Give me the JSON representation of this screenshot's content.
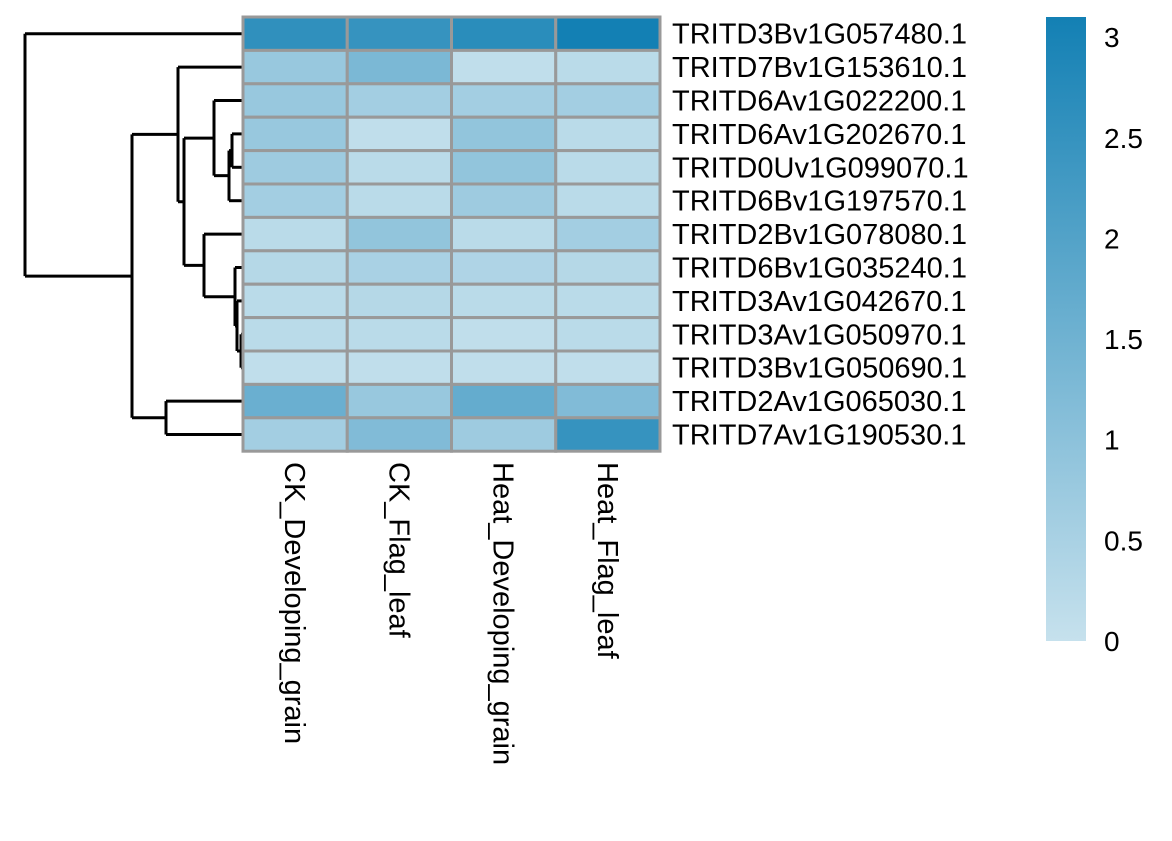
{
  "chart_data": {
    "type": "heatmap",
    "title": "",
    "rows": [
      "TRITD3Bv1G057480.1",
      "TRITD7Bv1G153610.1",
      "TRITD6Av1G022200.1",
      "TRITD6Av1G202670.1",
      "TRITD0Uv1G099070.1",
      "TRITD6Bv1G197570.1",
      "TRITD2Bv1G078080.1",
      "TRITD6Bv1G035240.1",
      "TRITD3Av1G042670.1",
      "TRITD3Av1G050970.1",
      "TRITD3Bv1G050690.1",
      "TRITD2Av1G065030.1",
      "TRITD7Av1G190530.1"
    ],
    "columns": [
      "CK_Developing_grain",
      "CK_Flag_leaf",
      "Heat_Developing_grain",
      "Heat_Flag_leaf"
    ],
    "values": [
      [
        2.6,
        2.5,
        2.7,
        3.1
      ],
      [
        0.8,
        1.3,
        0.1,
        0.2
      ],
      [
        0.8,
        0.6,
        0.6,
        0.6
      ],
      [
        0.8,
        0.1,
        0.9,
        0.2
      ],
      [
        0.7,
        0.2,
        0.9,
        0.2
      ],
      [
        0.6,
        0.2,
        0.7,
        0.2
      ],
      [
        0.2,
        0.9,
        0.2,
        0.6
      ],
      [
        0.3,
        0.5,
        0.4,
        0.3
      ],
      [
        0.2,
        0.3,
        0.2,
        0.2
      ],
      [
        0.2,
        0.2,
        0.1,
        0.2
      ],
      [
        0.1,
        0.1,
        0.1,
        0.1
      ],
      [
        1.6,
        0.8,
        1.7,
        1.2
      ],
      [
        0.6,
        1.2,
        0.7,
        2.5
      ]
    ],
    "color_scale": {
      "min": 0,
      "max": 3.1,
      "low_color": "#c6e1ed",
      "high_color": "#1380b4",
      "ticks": [
        "0",
        "0.5",
        "1",
        "1.5",
        "2",
        "2.5",
        "3"
      ]
    },
    "cell_border_color": "#999999",
    "row_dendrogram": "left",
    "legend_position": "right"
  }
}
